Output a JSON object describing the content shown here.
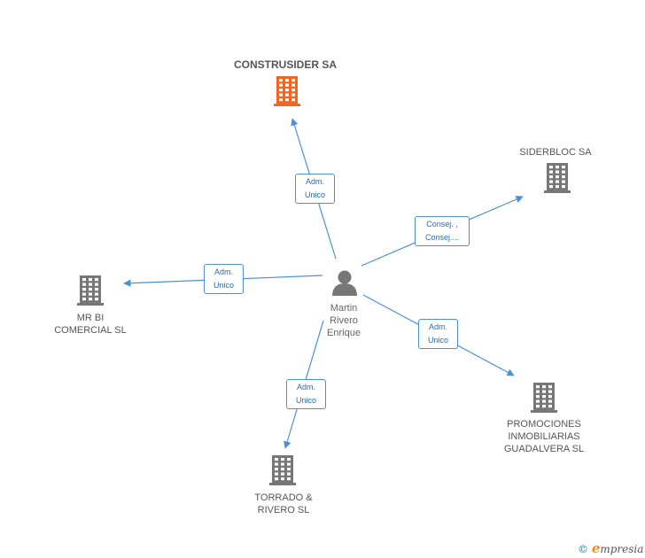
{
  "colors": {
    "edge": "#4a90d9",
    "company_icon": "#777777",
    "highlight_company_icon": "#f26522",
    "person_icon": "#777777"
  },
  "person": {
    "icon": "person-icon",
    "line1": "Martin",
    "line2": "Rivero",
    "line3": "Enrique"
  },
  "companies": {
    "construsider": {
      "name": "CONSTRUSIDER SA",
      "icon": "building-icon"
    },
    "siderbloc": {
      "name": "SIDERBLOC SA",
      "icon": "building-icon"
    },
    "mrbi": {
      "line1": "MR BI",
      "line2": "COMERCIAL SL",
      "icon": "building-icon"
    },
    "promociones": {
      "line1": "PROMOCIONES",
      "line2": "INMOBILIARIAS",
      "line3": "GUADALVERA SL",
      "icon": "building-icon"
    },
    "torrado": {
      "line1": "TORRADO &",
      "line2": "RIVERO SL",
      "icon": "building-icon"
    }
  },
  "edges": {
    "construsider": {
      "line1": "Adm.",
      "line2": "Unico"
    },
    "siderbloc": {
      "line1": "Consej. ,",
      "line2": "Consej...."
    },
    "mrbi": {
      "line1": "Adm.",
      "line2": "Unico"
    },
    "promociones": {
      "line1": "Adm.",
      "line2": "Unico"
    },
    "torrado": {
      "line1": "Adm.",
      "line2": "Unico"
    }
  },
  "footer": {
    "copyright_symbol": "©",
    "brand_initial": "e",
    "brand_rest": "mpresia"
  }
}
